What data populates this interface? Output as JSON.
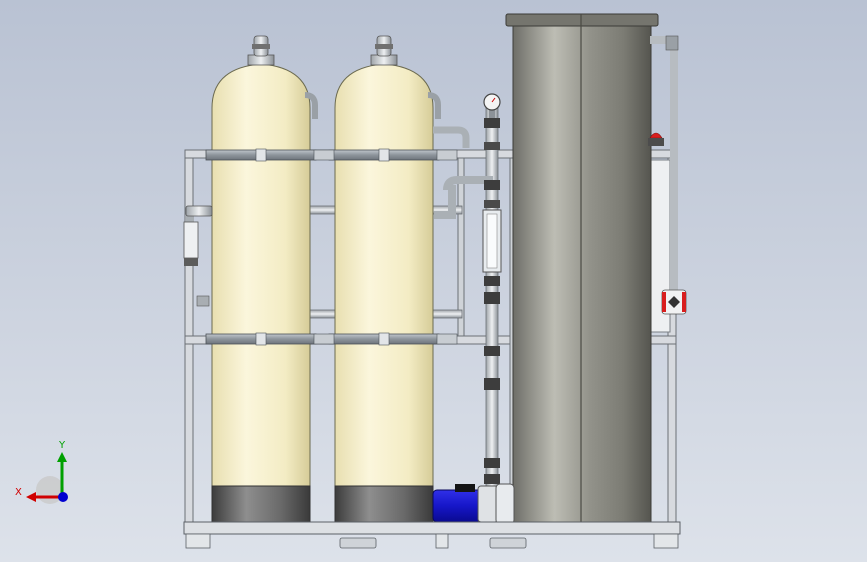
{
  "viewport": {
    "background_top": "#b9c2d3",
    "background_bottom": "#dde2ea"
  },
  "model": {
    "view": "front",
    "components": [
      "frame",
      "pressure-vessel-1",
      "pressure-vessel-2",
      "water-tank",
      "pump",
      "pressure-gauge",
      "vertical-piping",
      "flow-meter",
      "alarm-light",
      "valve"
    ],
    "colors": {
      "vessel_body": "#f6efc8",
      "vessel_base": "#5a5a5a",
      "tank_steel": "#8a8a82",
      "pump_motor": "#2020d8",
      "frame_steel": "#cfd3d8",
      "band_steel": "#9aa0a6",
      "alarm_red": "#d81e1e"
    }
  },
  "triad": {
    "x_label": "X",
    "y_label": "Y",
    "x_color": "#d00000",
    "y_color": "#00a000",
    "z_color": "#0000d0"
  }
}
